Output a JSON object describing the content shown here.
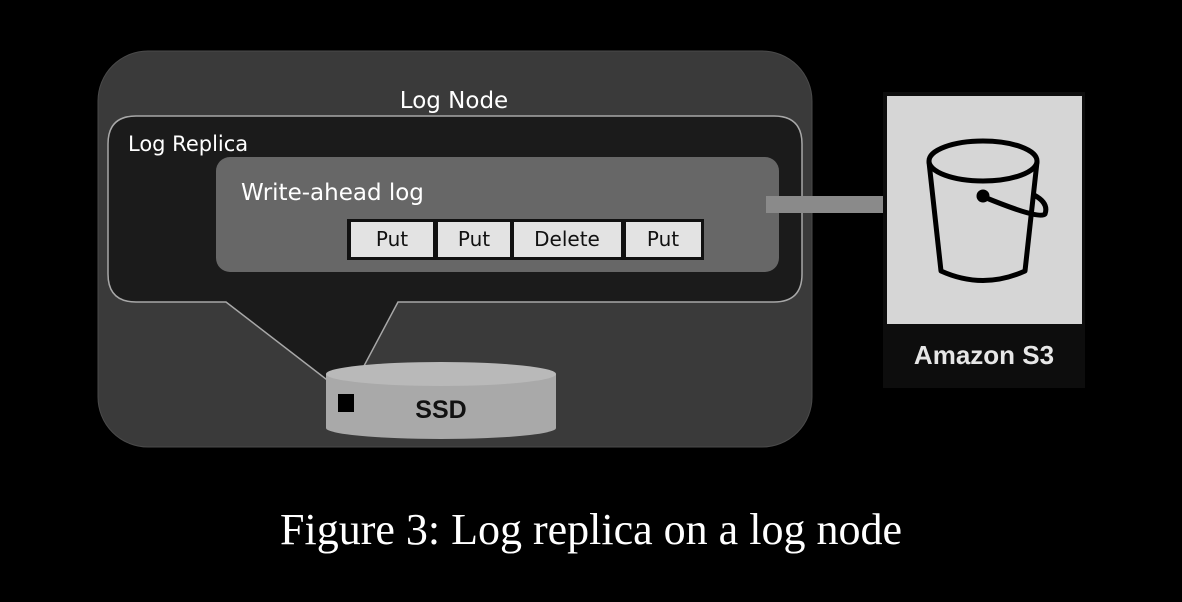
{
  "log_node": {
    "title": "Log Node"
  },
  "log_replica": {
    "title": "Log Replica"
  },
  "write_ahead_log": {
    "title": "Write-ahead log",
    "entries": [
      "Put",
      "Put",
      "Delete",
      "Put"
    ]
  },
  "ssd": {
    "label": "SSD"
  },
  "s3": {
    "label": "Amazon S3",
    "icon": "bucket-icon"
  },
  "caption": {
    "text": "Figure 3: Log replica on a log node"
  },
  "colors": {
    "background": "#000000",
    "log_node_fill": "#3a3a3a",
    "replica_fill": "#1b1b1b",
    "wal_fill": "#676767",
    "cell_fill": "#e3e3e3",
    "ssd_fill": "#a9a9a9",
    "s3_panel_fill": "#d6d6d6",
    "arrow": "#8a8a8a"
  }
}
